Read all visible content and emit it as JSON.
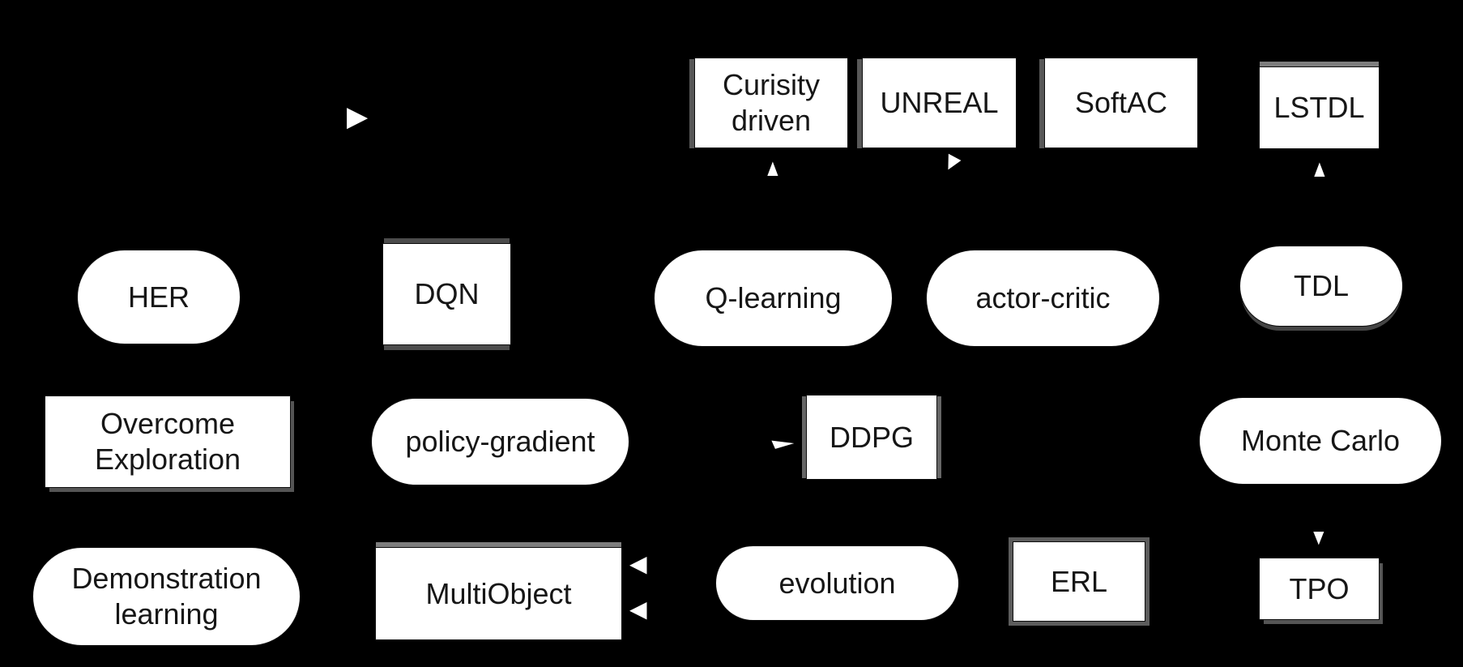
{
  "diagram": {
    "background_color": "#000000",
    "node_fill_color": "#ffffff",
    "node_text_color": "#161616",
    "shadow_color": "#5c5c5c",
    "arrow_color": "#ffffff",
    "nodes": [
      {
        "id": "curiosity-driven",
        "label": "Curisity driven",
        "shape": "rect"
      },
      {
        "id": "unreal",
        "label": "UNREAL",
        "shape": "rect"
      },
      {
        "id": "softac",
        "label": "SoftAC",
        "shape": "rect"
      },
      {
        "id": "lstdl",
        "label": "LSTDL",
        "shape": "rect"
      },
      {
        "id": "her",
        "label": "HER",
        "shape": "stadium"
      },
      {
        "id": "dqn",
        "label": "DQN",
        "shape": "rect"
      },
      {
        "id": "q-learning",
        "label": "Q-learning",
        "shape": "stadium"
      },
      {
        "id": "actor-critic",
        "label": "actor-critic",
        "shape": "stadium"
      },
      {
        "id": "tdl",
        "label": "TDL",
        "shape": "stadium"
      },
      {
        "id": "overcome-exploration",
        "label": "Overcome Exploration",
        "shape": "rect"
      },
      {
        "id": "policy-gradient",
        "label": "policy-gradient",
        "shape": "stadium"
      },
      {
        "id": "ddpg",
        "label": "DDPG",
        "shape": "rect"
      },
      {
        "id": "monte-carlo",
        "label": "Monte Carlo",
        "shape": "stadium"
      },
      {
        "id": "demonstration-learning",
        "label": "Demonstration learning",
        "shape": "stadium"
      },
      {
        "id": "multiobject",
        "label": "MultiObject",
        "shape": "rect"
      },
      {
        "id": "evolution",
        "label": "evolution",
        "shape": "stadium"
      },
      {
        "id": "erl",
        "label": "ERL",
        "shape": "rect"
      },
      {
        "id": "tpo",
        "label": "TPO",
        "shape": "rect"
      }
    ],
    "arrowheads": [
      {
        "direction": "right",
        "glyph": "▶",
        "near": "upper-left area"
      },
      {
        "direction": "up",
        "glyph": "▲",
        "near": "below Curisity driven"
      },
      {
        "direction": "down-left",
        "glyph": "▼",
        "near": "below UNREAL"
      },
      {
        "direction": "up",
        "glyph": "▲",
        "near": "below LSTDL"
      },
      {
        "direction": "right",
        "glyph": "▶",
        "near": "left of DDPG"
      },
      {
        "direction": "left",
        "glyph": "◀",
        "near": "right of MultiObject upper"
      },
      {
        "direction": "left",
        "glyph": "◀",
        "near": "right of MultiObject lower"
      },
      {
        "direction": "down",
        "glyph": "▼",
        "near": "above TPO"
      }
    ]
  }
}
